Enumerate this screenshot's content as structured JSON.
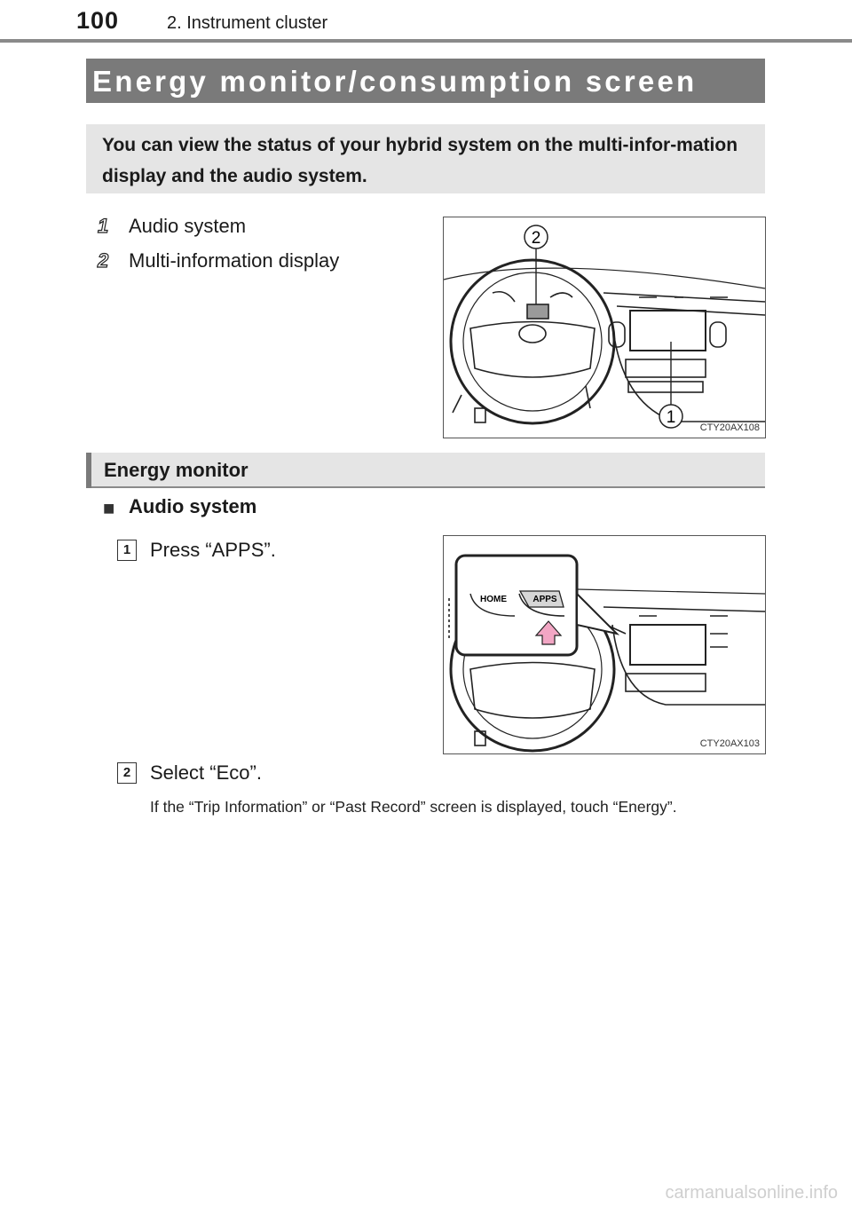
{
  "header": {
    "page_number": "100",
    "running_title": "2. Instrument cluster"
  },
  "section": {
    "title": "Energy monitor/consumption screen",
    "intro": "You can view the status of your hybrid system on the multi-infor-mation display and the audio system."
  },
  "callouts": [
    {
      "number": "1",
      "label": "Audio system"
    },
    {
      "number": "2",
      "label": "Multi-information display"
    }
  ],
  "figure1": {
    "code": "CTY20AX108",
    "callout_1": "1",
    "callout_2": "2"
  },
  "subsection": {
    "title": "Energy monitor",
    "bullet_heading": "Audio system"
  },
  "steps": [
    {
      "number": "1",
      "text": "Press “APPS”."
    },
    {
      "number": "2",
      "text": "Select “Eco”."
    }
  ],
  "figure2": {
    "code": "CTY20AX103",
    "home_label": "HOME",
    "apps_label": "APPS"
  },
  "note": "If the “Trip Information” or “Past Record” screen is displayed, touch “Energy”.",
  "watermark": "carmanualsonline.info",
  "colors": {
    "title_bar": "#7a7a7a",
    "intro_bg": "#e5e5e5",
    "arrow_pink": "#f2a6c4"
  }
}
